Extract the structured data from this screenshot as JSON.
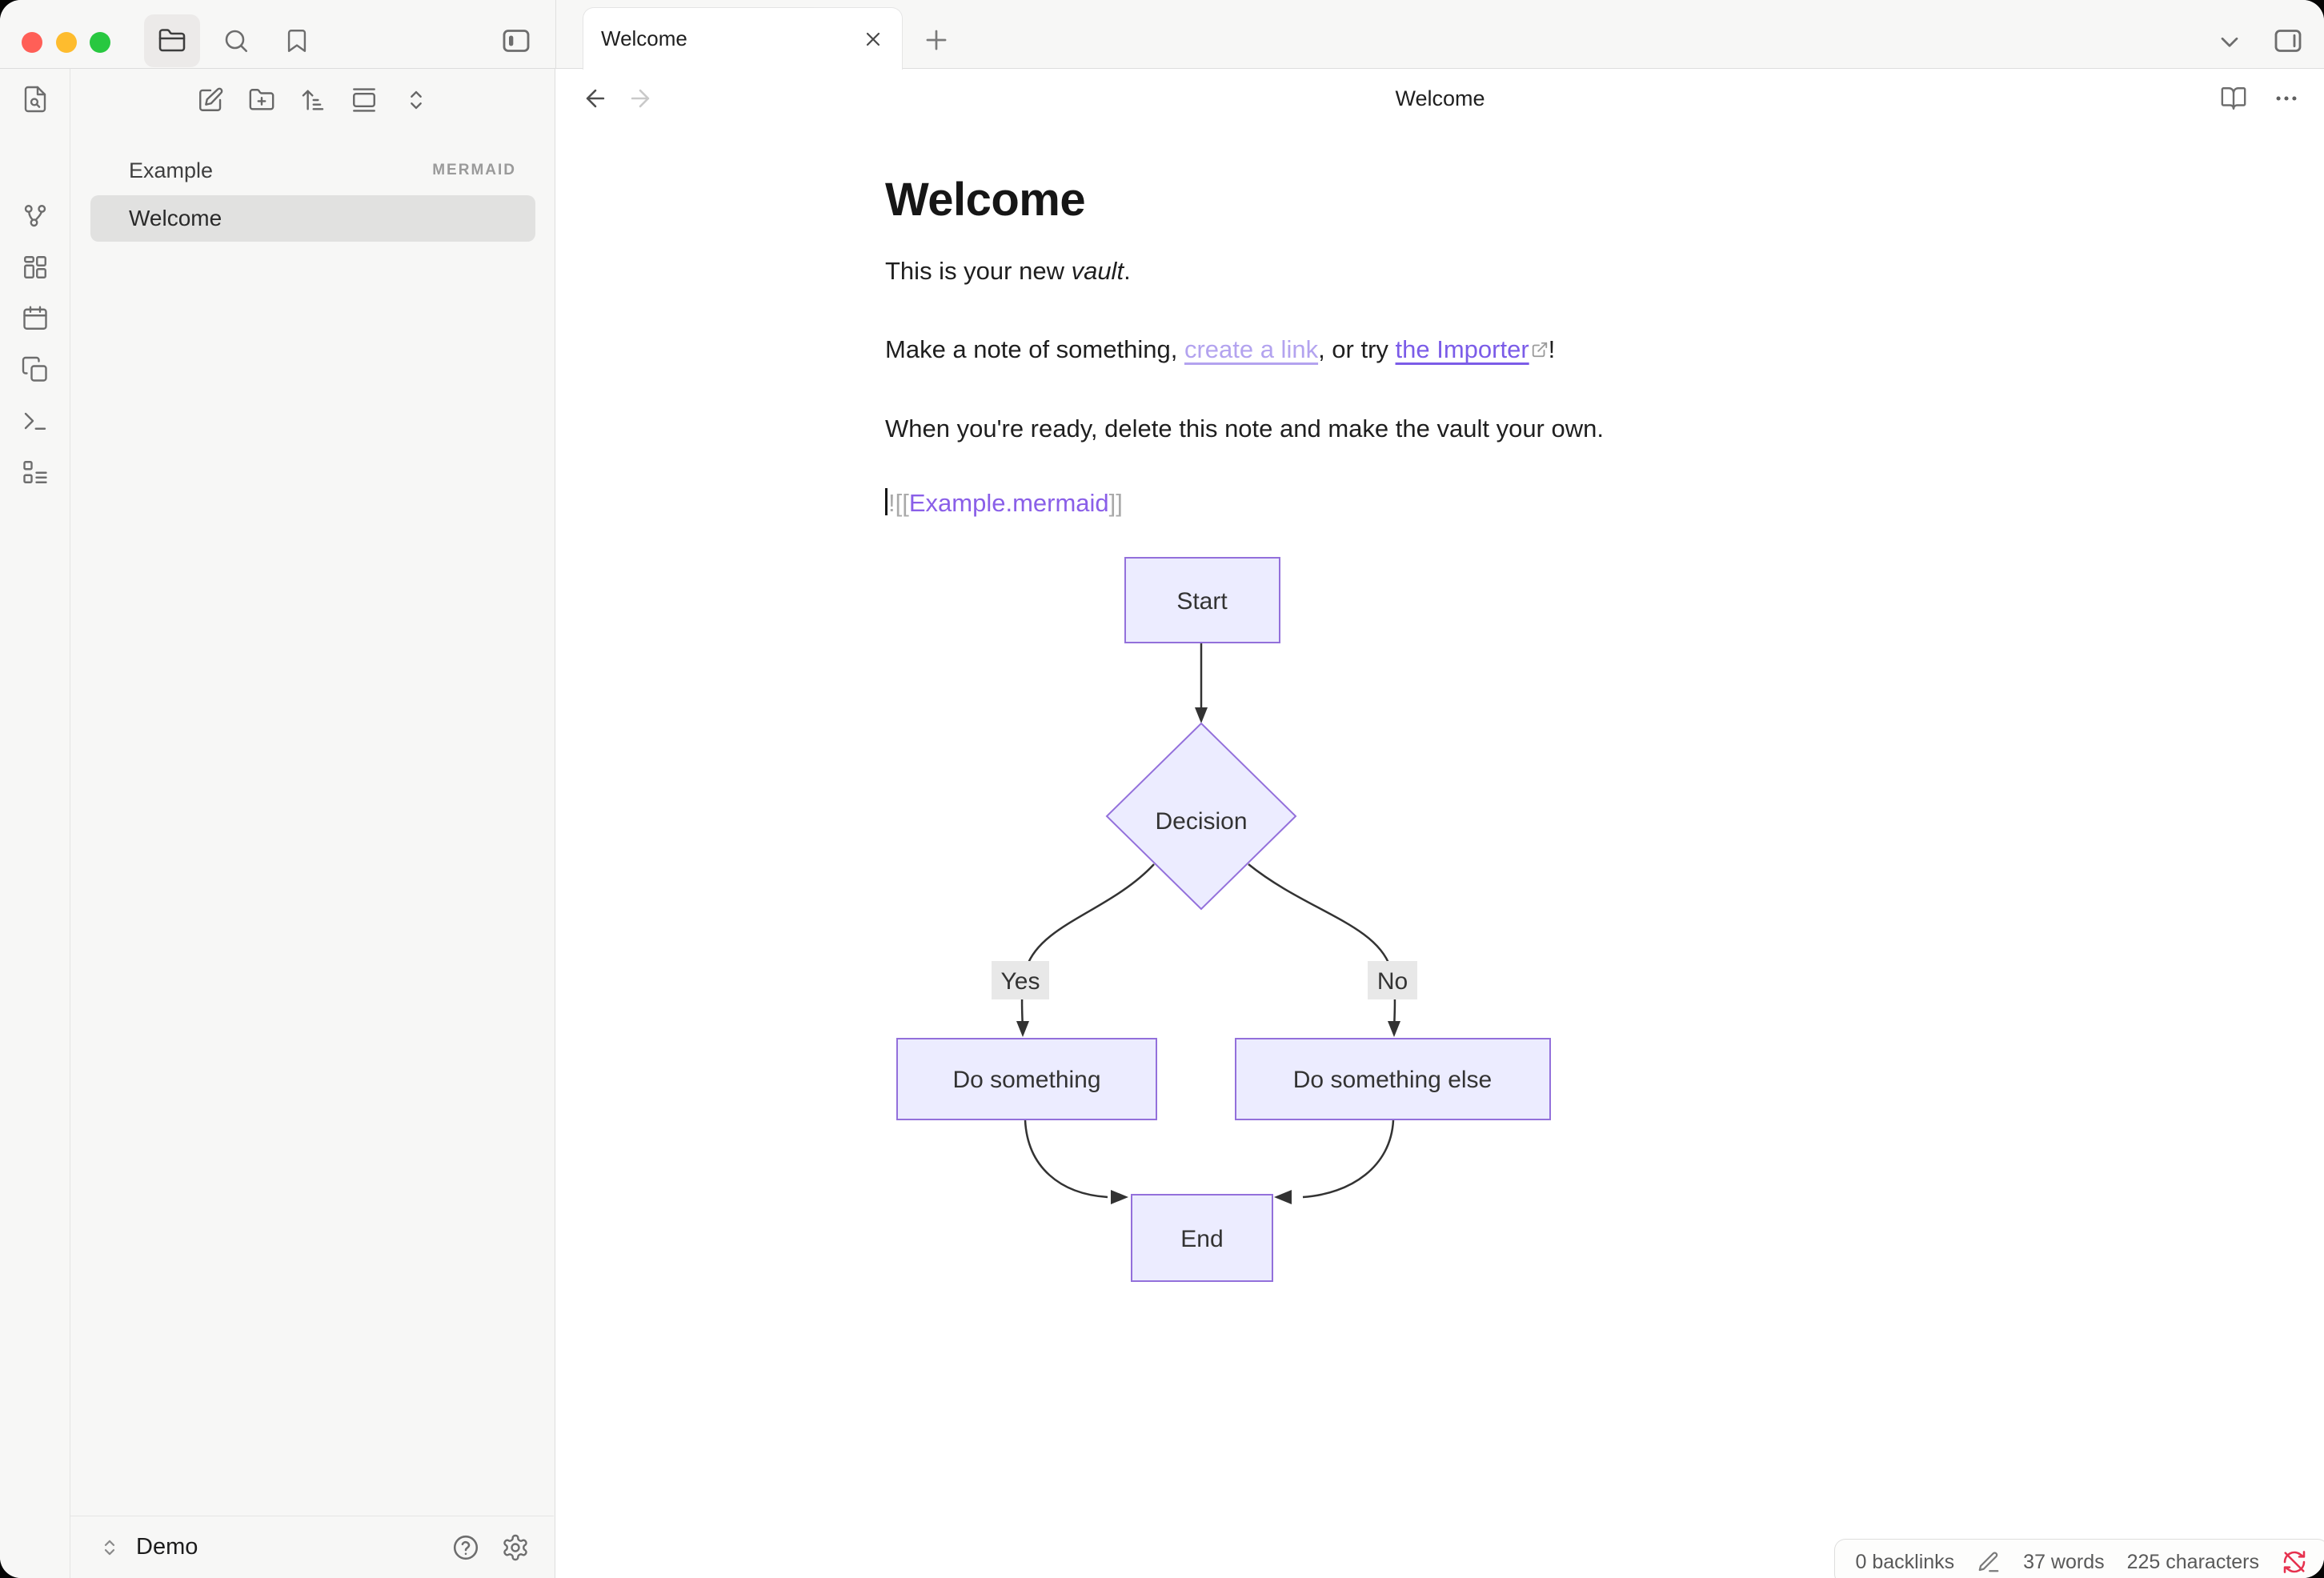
{
  "tab_bar": {
    "active_tab": "Welcome"
  },
  "view_header": {
    "title": "Welcome"
  },
  "file_explorer": {
    "files": [
      {
        "name": "Example",
        "badge": "MERMAID",
        "selected": false
      },
      {
        "name": "Welcome",
        "badge": "",
        "selected": true
      }
    ]
  },
  "vault": {
    "name": "Demo"
  },
  "note": {
    "heading": "Welcome",
    "p1": {
      "pre": "This is your new ",
      "em": "vault",
      "post": "."
    },
    "p2": {
      "pre": "Make a note of something, ",
      "link_unresolved": "create a link",
      "mid": ", or try ",
      "link_external": "the Importer",
      "post": "!"
    },
    "p3": "When you're ready, delete this note and make the vault your own.",
    "embed": {
      "excl": "!",
      "open": "[[",
      "target": "Example.mermaid",
      "close": "]]"
    }
  },
  "diagram": {
    "type": "flowchart",
    "direction": "top-down",
    "nodes": [
      {
        "id": "A",
        "label": "Start",
        "shape": "rect"
      },
      {
        "id": "B",
        "label": "Decision",
        "shape": "diamond"
      },
      {
        "id": "C",
        "label": "Do something",
        "shape": "rect"
      },
      {
        "id": "D",
        "label": "Do something else",
        "shape": "rect"
      },
      {
        "id": "E",
        "label": "End",
        "shape": "rect"
      }
    ],
    "edges": [
      {
        "from": "A",
        "to": "B",
        "label": ""
      },
      {
        "from": "B",
        "to": "C",
        "label": "Yes"
      },
      {
        "from": "B",
        "to": "D",
        "label": "No"
      },
      {
        "from": "C",
        "to": "E",
        "label": ""
      },
      {
        "from": "D",
        "to": "E",
        "label": ""
      }
    ]
  },
  "status_bar": {
    "backlinks": "0 backlinks",
    "words": "37 words",
    "characters": "225 characters"
  },
  "icons": [
    "folder-icon",
    "search-icon",
    "bookmark-icon",
    "panel-left-icon",
    "close-icon",
    "new-tab-icon",
    "tab-list-chevron-icon",
    "panel-right-icon",
    "file-search-icon",
    "graph-icon",
    "canvas-icon",
    "calendar-icon",
    "copy-icon",
    "terminal-icon",
    "list-todo-icon",
    "new-note-icon",
    "new-folder-icon",
    "sort-icon",
    "gallery-icon",
    "expand-collapse-icon",
    "back-icon",
    "forward-icon",
    "reading-view-icon",
    "more-options-icon",
    "vault-switcher-icon",
    "help-icon",
    "settings-icon",
    "edit-mode-icon",
    "sync-off-icon",
    "external-link-icon"
  ],
  "colors": {
    "accent": "#7b5ce8",
    "link_unresolved": "#b3a3ef",
    "embed_link": "#8a5fe8",
    "node_fill": "#ECECFF",
    "node_border": "#9370DB",
    "edge": "#333333",
    "edge_label_bg": "#e8e8e8",
    "sync_error": "#e6314e",
    "traffic_red": "#ff5f57",
    "traffic_yellow": "#febc2e",
    "traffic_green": "#28c840"
  }
}
